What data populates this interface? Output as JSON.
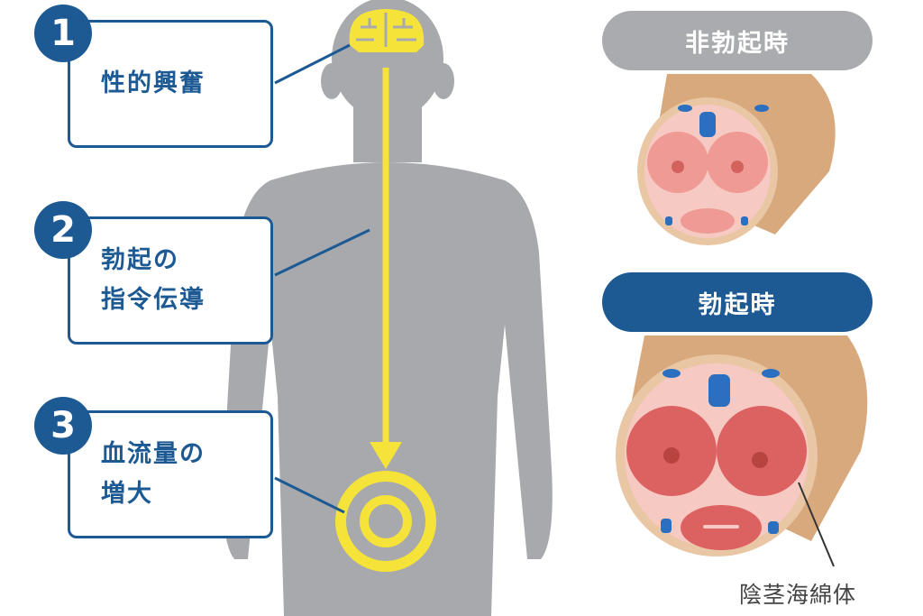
{
  "steps": [
    {
      "number": "1",
      "lines": [
        "性的興奮"
      ]
    },
    {
      "number": "2",
      "lines": [
        "勃起の",
        "指令伝導"
      ]
    },
    {
      "number": "3",
      "lines": [
        "血流量の",
        "増大"
      ]
    }
  ],
  "states": {
    "flaccid": "非勃起時",
    "erect": "勃起時"
  },
  "annotation": "陰茎海綿体",
  "colors": {
    "navy": "#1d5a94",
    "silhouette": "#a7a9ac",
    "yellow": "#f5e33a",
    "pill_gray": "#a9abae",
    "tissue": "#e06a6a",
    "skin": "#d9a97e",
    "vessel": "#2a6fc0"
  }
}
